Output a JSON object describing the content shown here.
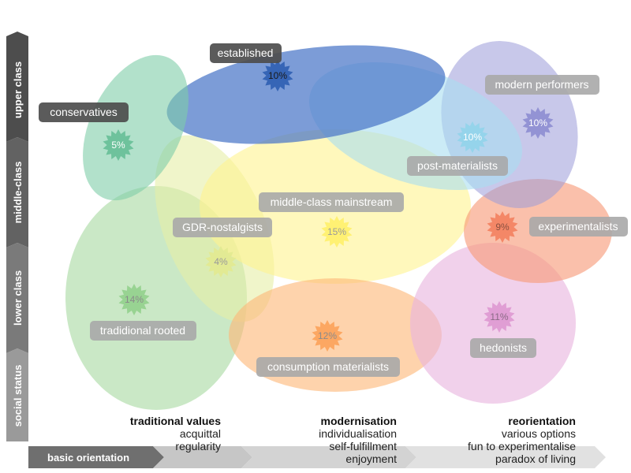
{
  "y_axis": {
    "title": "social status",
    "levels": [
      "upper class",
      "middle-class",
      "lower class"
    ]
  },
  "x_axis": {
    "title": "basic orientation",
    "columns": [
      {
        "heading": "traditional values",
        "lines": [
          "acquittal",
          "regularity"
        ]
      },
      {
        "heading": "modernisation",
        "lines": [
          "individualisation",
          "self-fulfillment",
          "enjoyment"
        ]
      },
      {
        "heading": "reorientation",
        "lines": [
          "various options",
          "fun to experimentalise",
          "paradox of living"
        ]
      }
    ]
  },
  "milieus": [
    {
      "key": "conservatives",
      "label": "conservatives",
      "share": "5%",
      "color": "#7fcda9"
    },
    {
      "key": "established",
      "label": "established",
      "share": "10%",
      "color": "#4a76c8"
    },
    {
      "key": "modern-performers",
      "label": "modern performers",
      "share": "10%",
      "color": "#9b9bd8"
    },
    {
      "key": "post-materialists",
      "label": "post-materialists",
      "share": "10%",
      "color": "#a9def0"
    },
    {
      "key": "middle-class-mainstream",
      "label": "middle-class mainstream",
      "share": "15%",
      "color": "#fff38f"
    },
    {
      "key": "gdr-nostalgists",
      "label": "GDR-nostalgists",
      "share": "4%",
      "color": "#e6eea6"
    },
    {
      "key": "traditional-rooted",
      "label": "tradidional rooted",
      "share": "14%",
      "color": "#a6d9a0"
    },
    {
      "key": "consumption-materialists",
      "label": "consumption materialists",
      "share": "12%",
      "color": "#fdb879"
    },
    {
      "key": "experimentalists",
      "label": "experimentalists",
      "share": "9%",
      "color": "#f79a78"
    },
    {
      "key": "hedonists",
      "label": "hedonists",
      "share": "11%",
      "color": "#e8b5de"
    }
  ]
}
